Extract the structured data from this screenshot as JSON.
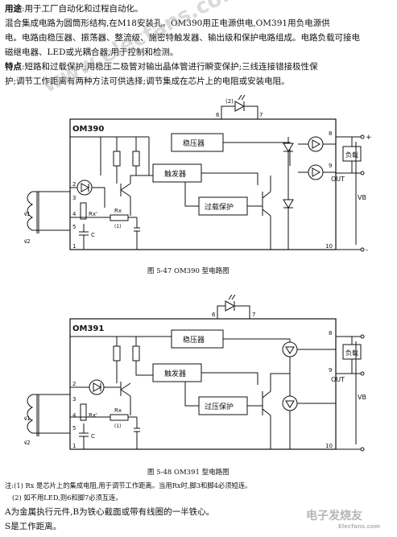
{
  "text": {
    "use_label": "用途",
    "use_text": ":用于工厂自动化和过程自动化。",
    "desc_line1": "混合集成电路为圆筒形结构,在M18安装孔。OM390用正电源供电,OM391用负电源供",
    "desc_line2": "电。电路由稳压器、振荡器、整流级、施密特触发器、输出级和保护电路组成。电路负载可接电",
    "desc_line3": "磁继电器、LED或光耦合器,用于控制和检测。",
    "feat_label": "特点",
    "feat_line1": ":短路和过载保护;用稳压二极管对输出晶体管进行瞬变保护;三线连接错接极性保",
    "feat_line2": "护;调节工作距离有两种方法可供选择;调节集成在芯片上的电阻或安装电阻。",
    "fig1_caption": "图 5-47 OM390 型电路图",
    "fig2_caption": "图 5-48 OM391 型电路图",
    "note1": "注:(1) Rx 是芯片上的集成电阻,用于调节工作距离。当用Rx时,脚3和脚4必须短连。",
    "note2": "(2) 如不用LED,则6和脚7必须互连。",
    "line_a": "A为金属执行元件,B为铁心截面或带有线圈的一半铁心。",
    "line_s": "S是工作距离。"
  },
  "fig1": {
    "title": "OM390",
    "regulator": "稳压器",
    "trigger": "触发器",
    "protect": "过载保护",
    "load": "负载",
    "out": "OUT",
    "vb": "VB",
    "n1": "N1",
    "n2": "N2",
    "c": "C",
    "rx": "Rx",
    "rx_chip": "Rx'",
    "note_mark": "(1)",
    "led_mark": "(2)",
    "plus": "+",
    "minus": "-",
    "pins": [
      "1",
      "2",
      "3",
      "4",
      "5",
      "6",
      "7",
      "8",
      "9",
      "10"
    ]
  },
  "fig2": {
    "title": "OM391",
    "regulator": "稳压器",
    "trigger": "触发器",
    "protect": "过压保护",
    "load": "负载",
    "out": "OUT",
    "vb": "VB",
    "n1": "N1",
    "n2": "N2",
    "c": "C",
    "rx": "Rx",
    "rx_chip": "Rx'",
    "note_mark": "(1)",
    "pins": [
      "1",
      "2",
      "3",
      "4",
      "5",
      "6",
      "7",
      "8",
      "9",
      "10"
    ]
  },
  "watermark": {
    "diagonal": "www.elecfans.com",
    "corner_cn": "电子发烧友",
    "corner_en": "Elecfans.com"
  }
}
